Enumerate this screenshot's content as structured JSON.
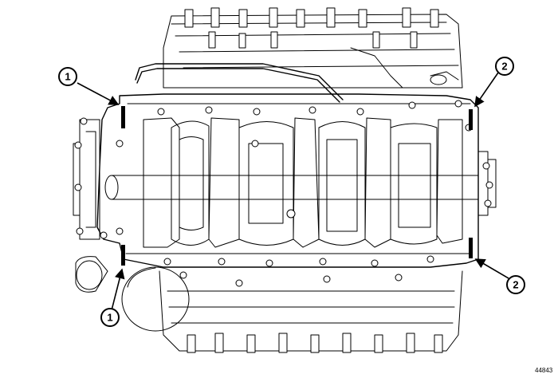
{
  "figure": {
    "figure_id": "44843",
    "callouts": [
      {
        "label": "1",
        "target": "sealant-bead-upper-left"
      },
      {
        "label": "1",
        "target": "sealant-bead-lower-left"
      },
      {
        "label": "2",
        "target": "sealant-bead-upper-right"
      },
      {
        "label": "2",
        "target": "sealant-bead-lower-right"
      }
    ]
  }
}
